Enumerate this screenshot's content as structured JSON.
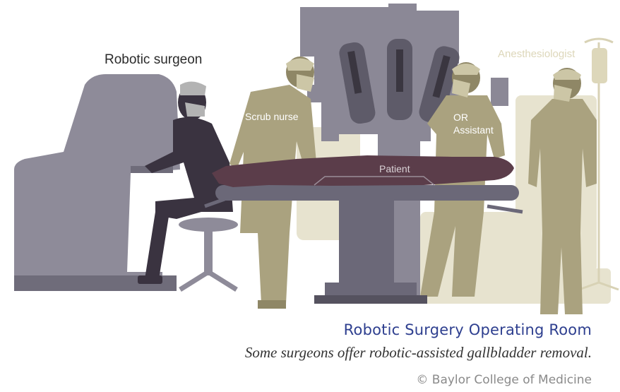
{
  "labels": {
    "robotic_surgeon": "Robotic surgeon",
    "scrub_nurse": "Scrub nurse",
    "or_assistant_line1": "OR",
    "or_assistant_line2": "Assistant",
    "anesthesiologist": "Anesthesiologist",
    "patient": "Patient"
  },
  "caption": {
    "title": "Robotic Surgery Operating Room",
    "subtitle": "Some surgeons offer robotic-assisted gallbladder removal."
  },
  "copyright": "© Baylor College of Medicine",
  "colors": {
    "console": "#8e8b99",
    "console_dark": "#6f6c7a",
    "surgeon": "#3a3340",
    "staff": "#aaa27f",
    "staff_dark": "#8f8766",
    "staff_light": "#ccc6a6",
    "background_equipment": "#e7e3cf",
    "robot_tower": "#8b8896",
    "robot_dark": "#5e5b69",
    "patient": "#5b3d4a",
    "table": "#6b6878",
    "caption_title": "#2e3f8f"
  }
}
